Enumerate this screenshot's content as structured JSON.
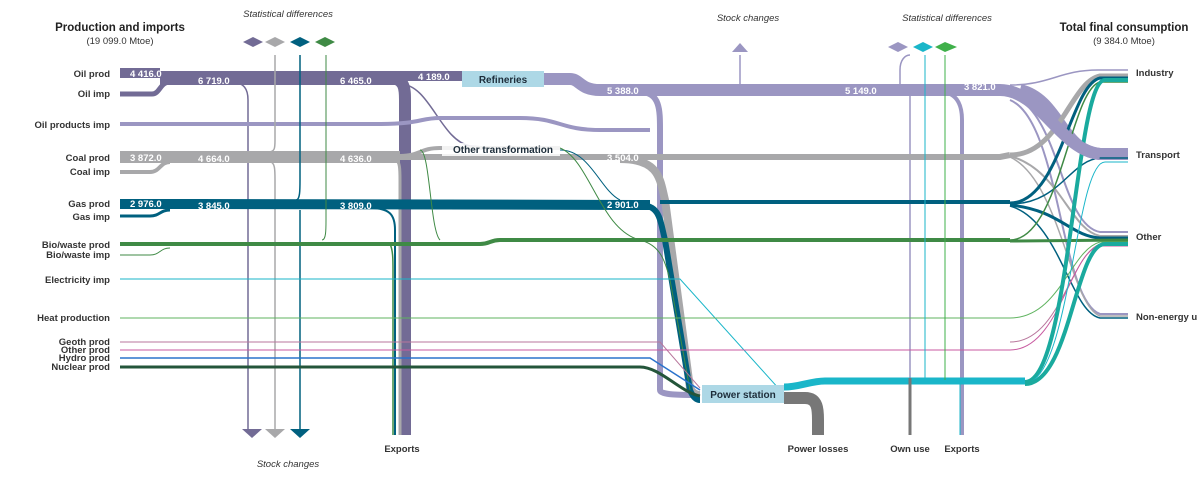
{
  "header": {
    "left_title": "Production and imports",
    "left_total": "(19 099.0 Mtoe)",
    "right_title": "Total final consumption",
    "right_total": "(9 384.0 Mtoe)"
  },
  "notes": {
    "stat_diff_top": "Statistical differences",
    "stock_changes_top": "Stock  changes",
    "stat_diff_right": "Statistical differences",
    "stock_changes_bottom": "Stock changes"
  },
  "sources": [
    "Oil prod",
    "Oil imp",
    "Oil products imp",
    "Coal prod",
    "Coal imp",
    "Gas prod",
    "Gas imp",
    "Bio/waste prod",
    "Bio/waste imp",
    "Electricity imp",
    "Heat production",
    "Geoth prod",
    "Other prod",
    "Hydro prod",
    "Nuclear prod"
  ],
  "nodes": {
    "refineries": "Refineries",
    "other_transformation": "Other transformation",
    "power_station": "Power station"
  },
  "bottom_labels": {
    "exports_left": "Exports",
    "power_losses": "Power losses",
    "own_use": "Own use",
    "exports_right": "Exports"
  },
  "sinks": [
    "Industry",
    "Transport",
    "Other",
    "Non-energy u"
  ],
  "values": {
    "oil_prod": "4 416.0",
    "oil_total": "6 719.0",
    "oil_after_exports": "6 465.0",
    "refinery_in": "4 189.0",
    "oil_products": "5 388.0",
    "oil_products_2": "5 149.0",
    "oil_products_3": "3 821.0",
    "coal_prod": "3 872.0",
    "coal_total": "4 664.0",
    "coal_after": "4 636.0",
    "coal_to_power": "3 504.0",
    "gas_prod": "2 976.0",
    "gas_total": "3 845.0",
    "gas_after": "3 809.0",
    "gas_to_power": "2 901.0"
  },
  "colors": {
    "oil": "#726b95",
    "oil_products": "#9b96c2",
    "coal": "#a8a8aa",
    "gas": "#00607f",
    "bio": "#3f8a45",
    "electricity": "#1ab6c9",
    "heat": "#5fb35f",
    "geoth": "#b8769c",
    "other_prod": "#c85aa0",
    "hydro": "#2a73cc",
    "nuclear": "#24553a",
    "power_losses": "#777777",
    "node_fill": "#add8e6",
    "teal": "#1aaa9e"
  }
}
